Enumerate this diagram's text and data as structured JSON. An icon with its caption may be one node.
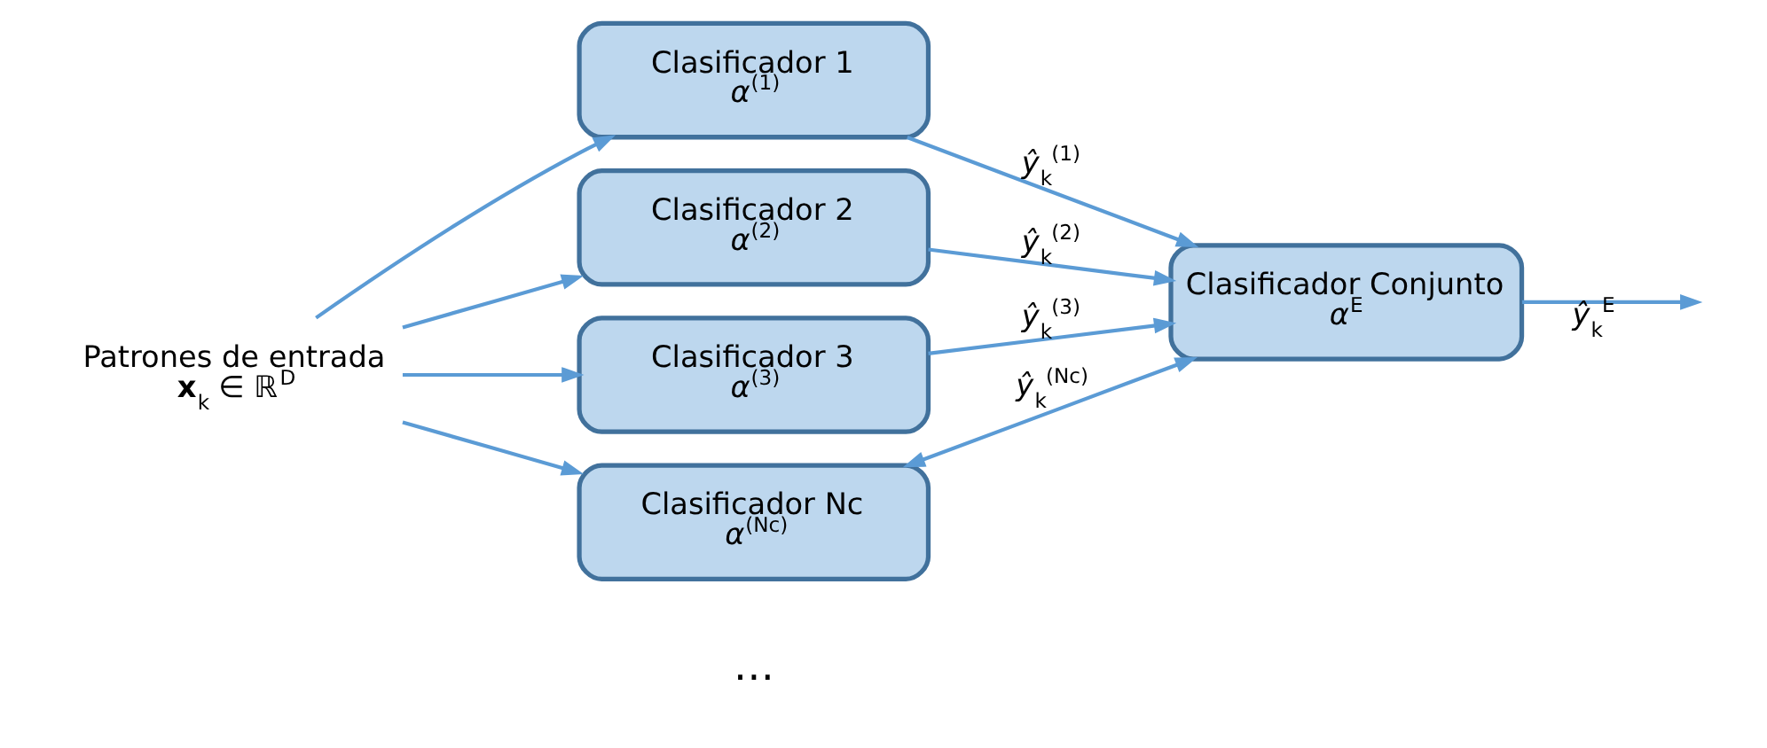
{
  "diagram": {
    "nodes": [
      {
        "text": [
          "Patrones de entrada",
          "**x**$_{k}$ ∈ ℝ$^{D}$"
        ]
      },
      {
        "text": [
          "Clasificador 1",
          "*α*$^{(1)}$"
        ]
      },
      {
        "text": [
          "Clasificador 2",
          "*α*$^{(2)}$"
        ]
      },
      {
        "text": [
          "Clasificador 3",
          "*α*$^{(3)}$"
        ]
      },
      {
        "text": [
          "Clasificador Nc",
          "*α*$^{(Nc)}$"
        ]
      },
      {
        "text": [
          "Clasificador Conjunto",
          "*α*$^{E}$"
        ]
      }
    ],
    "edges": [
      {
        "from": 0,
        "to": 1,
        "arrow": "to"
      },
      {
        "from": 0,
        "to": 2,
        "arrow": "to"
      },
      {
        "from": 0,
        "to": 3,
        "arrow": "to"
      },
      {
        "from": 0,
        "to": 4,
        "arrow": "to"
      },
      {
        "from": 1,
        "to": 5,
        "arrow": "to",
        "label": "*ŷ*$_{k}$$^{(1)}$"
      },
      {
        "from": 2,
        "to": 5,
        "arrow": "to",
        "label": "*ŷ*$_{k}$$^{(2)}$"
      },
      {
        "from": 3,
        "to": 5,
        "arrow": "to",
        "label": "*ŷ*$_{k}$$^{(3)}$"
      },
      {
        "from": 4,
        "to": 5,
        "arrow": "both",
        "label": "*ŷ*$_{k}$$^{(Nc)}$"
      },
      {
        "from": 5,
        "to": null,
        "arrow": "to",
        "label": "*ŷ*$_{k}$$^{E}$"
      }
    ],
    "labels": [
      "…"
    ]
  }
}
